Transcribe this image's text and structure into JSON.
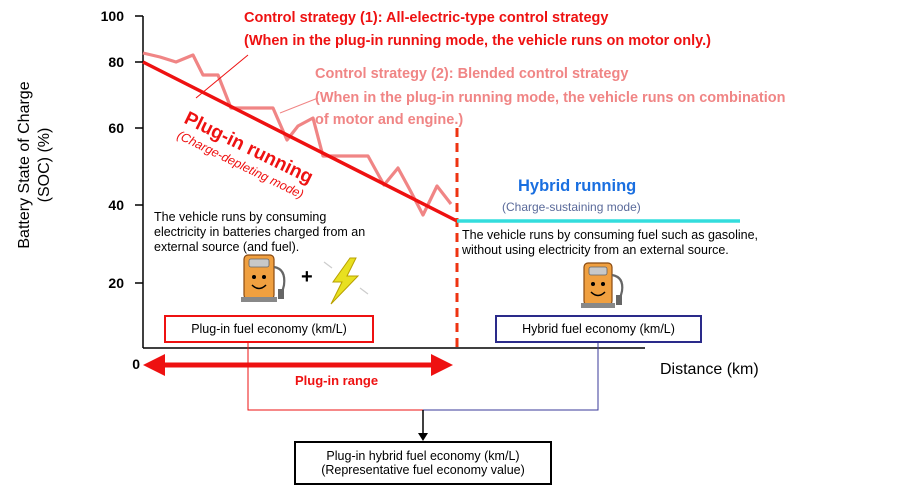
{
  "y_axis": {
    "label_line1": "Battery State of Charge",
    "label_line2": "(SOC) (%)",
    "ticks": [
      "100",
      "80",
      "60",
      "40",
      "20"
    ],
    "origin": "0"
  },
  "x_axis": {
    "label": "Distance (km)"
  },
  "strategy1": {
    "line1": "Control strategy (1): All-electric-type control strategy",
    "line2": "(When in the plug-in running mode, the vehicle runs on motor only.)"
  },
  "strategy2": {
    "line1": "Control strategy (2): Blended control strategy",
    "line2": "(When in the plug-in running mode, the vehicle runs on combination",
    "line3": "of motor and engine.)"
  },
  "plugin_running": {
    "title": "Plug-in running",
    "subtitle": "(Charge-depleting mode)"
  },
  "hybrid_running": {
    "title": "Hybrid running",
    "subtitle": "(Charge-sustaining mode)"
  },
  "plugin_description": "The vehicle runs by consuming electricity in batteries charged from an external source (and fuel).",
  "hybrid_description": "The vehicle runs by consuming fuel such as gasoline, without using electricity from an external source.",
  "plus_sign": "+",
  "plugin_fuel_economy": "Plug-in fuel economy (km/L)",
  "hybrid_fuel_economy": "Hybrid fuel economy (km/L)",
  "plugin_range": "Plug-in range",
  "combined": {
    "line1": "Plug-in hybrid fuel economy (km/L)",
    "line2": "(Representative fuel economy value)"
  },
  "colors": {
    "strategy1": "#ee1111",
    "strategy2": "#f08585",
    "hybrid_line": "#33dddd",
    "hybrid_title": "#1a6fe0",
    "hybrid_subtitle": "#5a6a9a",
    "hybrid_box_border": "#2a2a8a",
    "plugin_box_border": "#ee1111",
    "pump_body": "#f0a040"
  },
  "icons": [
    "fuel-pump-icon",
    "lightning-icon"
  ]
}
